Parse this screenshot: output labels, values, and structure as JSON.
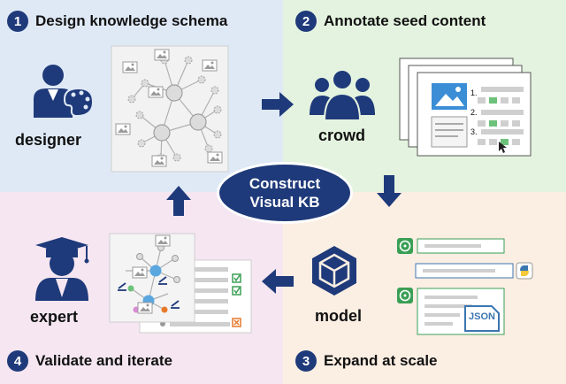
{
  "steps": [
    {
      "number": "1",
      "title": "Design knowledge schema"
    },
    {
      "number": "2",
      "title": "Annotate seed content"
    },
    {
      "number": "3",
      "title": "Expand at scale"
    },
    {
      "number": "4",
      "title": "Validate and iterate"
    }
  ],
  "roles": {
    "designer": "designer",
    "crowd": "crowd",
    "model": "model",
    "expert": "expert"
  },
  "center": {
    "line1": "Construct",
    "line2": "Visual KB"
  },
  "annotation_numbers": [
    "1.",
    "2.",
    "3."
  ],
  "json_label": "JSON",
  "colors": {
    "navy": "#1f3a7a",
    "green": "#3a9f55",
    "orange": "#e6792b",
    "python_blue": "#3b76b0",
    "python_yellow": "#f6c93b"
  }
}
